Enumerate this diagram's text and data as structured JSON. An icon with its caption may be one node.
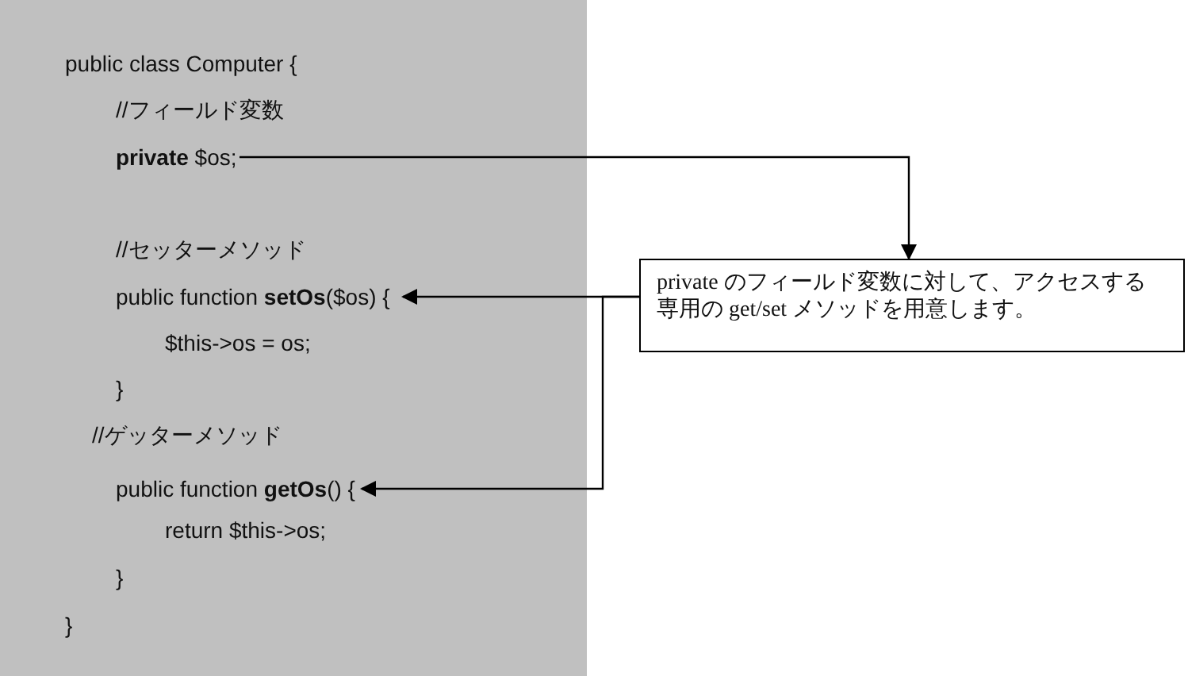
{
  "diagram": {
    "nodes": [
      {
        "text": [
          "**private** $os;"
        ]
      },
      {
        "text": [
          "public function **setOs**($os) {"
        ]
      },
      {
        "text": [
          "public function **getOs**() {"
        ]
      },
      {
        "text": [
          "private のフィールド変数に対して、アクセスする専用の get/set メソッドを用意します。"
        ]
      }
    ],
    "edges": [
      {
        "from": 0,
        "to": 3,
        "arrow": "to"
      },
      {
        "from": 3,
        "to": 1,
        "arrow": "to"
      },
      {
        "from": 3,
        "to": 2,
        "arrow": "to"
      }
    ],
    "labels": [
      "public class Computer {",
      "//フィールド変数",
      "//セッターメソッド",
      "$this->os = os;",
      "}",
      "//ゲッターメソッド",
      "return $this->os;",
      "}",
      "}"
    ]
  }
}
